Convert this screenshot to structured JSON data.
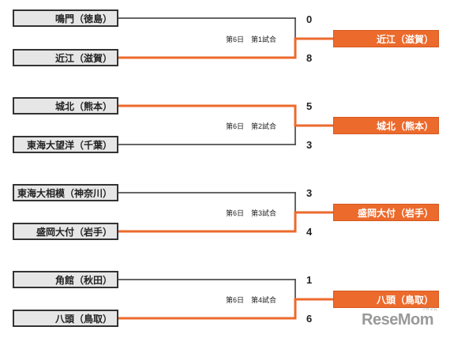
{
  "colors": {
    "winner_line": "#ec6a2c",
    "loser_line": "#333333",
    "team_box_bg": "#e6e6e6",
    "winner_box_bg": "#ec6a2c"
  },
  "matches": [
    {
      "label": "第6日　第1試合",
      "top": {
        "name": "鳴門（徳島）",
        "score": "0",
        "won": false
      },
      "bottom": {
        "name": "近江（滋賀）",
        "score": "8",
        "won": true
      },
      "winner": "近江（滋賀）"
    },
    {
      "label": "第6日　第2試合",
      "top": {
        "name": "城北（熊本）",
        "score": "5",
        "won": true
      },
      "bottom": {
        "name": "東海大望洋（千葉）",
        "score": "3",
        "won": false
      },
      "winner": "城北（熊本）"
    },
    {
      "label": "第6日　第3試合",
      "top": {
        "name": "東海大相模（神奈川）",
        "score": "3",
        "won": false
      },
      "bottom": {
        "name": "盛岡大付（岩手）",
        "score": "4",
        "won": true
      },
      "winner": "盛岡大付（岩手）"
    },
    {
      "label": "第6日　第4試合",
      "top": {
        "name": "角館（秋田）",
        "score": "1",
        "won": false
      },
      "bottom": {
        "name": "八頭（鳥取）",
        "score": "6",
        "won": true
      },
      "winner": "八頭（鳥取）"
    }
  ],
  "logo": {
    "text": "ReseMom",
    "subtext": "リセマム"
  }
}
